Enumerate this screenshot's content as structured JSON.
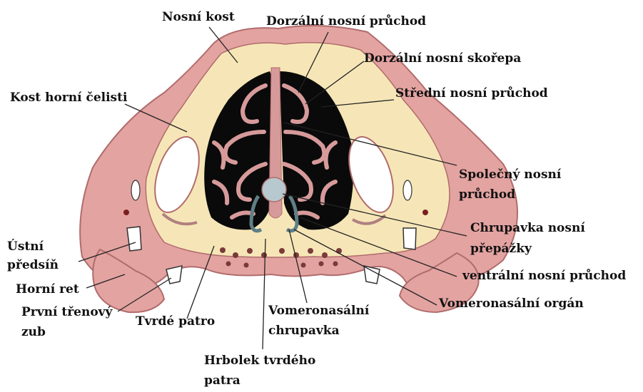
{
  "colors": {
    "skin": "#e3a3a1",
    "skin_dark": "#b06c6c",
    "bone": "#f6e6b7",
    "cavity": "#0a0a0a",
    "mucosa": "#d79a9a",
    "cartilage": "#b7c9cf",
    "tooth": "#ffffff",
    "leader": "#222222"
  },
  "labels": {
    "nosni_kost": "Nosní kost",
    "dorzalni_pruchod": "Dorzální nosní průchod",
    "dorzalni_skorepa": "Dorzální nosní skořepa",
    "kost_horni_celisti": "Kost horní čelisti",
    "stredni_pruchod": "Střední nosní průchod",
    "spolecny_pruchod_1": "Společný nosní",
    "spolecny_pruchod_2": "průchod",
    "chrupavka_prepazky_1": "Chrupavka nosní",
    "chrupavka_prepazky_2": "přepážky",
    "ustni_predsin_1": "Ústní",
    "ustni_predsin_2": "předsíň",
    "horni_ret": "Horní ret",
    "prvni_trenovy_zub_1": "První třenový",
    "prvni_trenovy_zub_2": "zub",
    "tvrde_patro": "Tvrdé patro",
    "vomeronasalni_chrupavka_1": "Vomeronasální",
    "vomeronasalni_chrupavka_2": "chrupavka",
    "ventralni_pruchod": "ventrální nosní průchod",
    "vomeronasalni_organ": "Vomeronasální orgán",
    "hrbolek_1": "Hrbolek tvrdého",
    "hrbolek_2": "patra"
  }
}
